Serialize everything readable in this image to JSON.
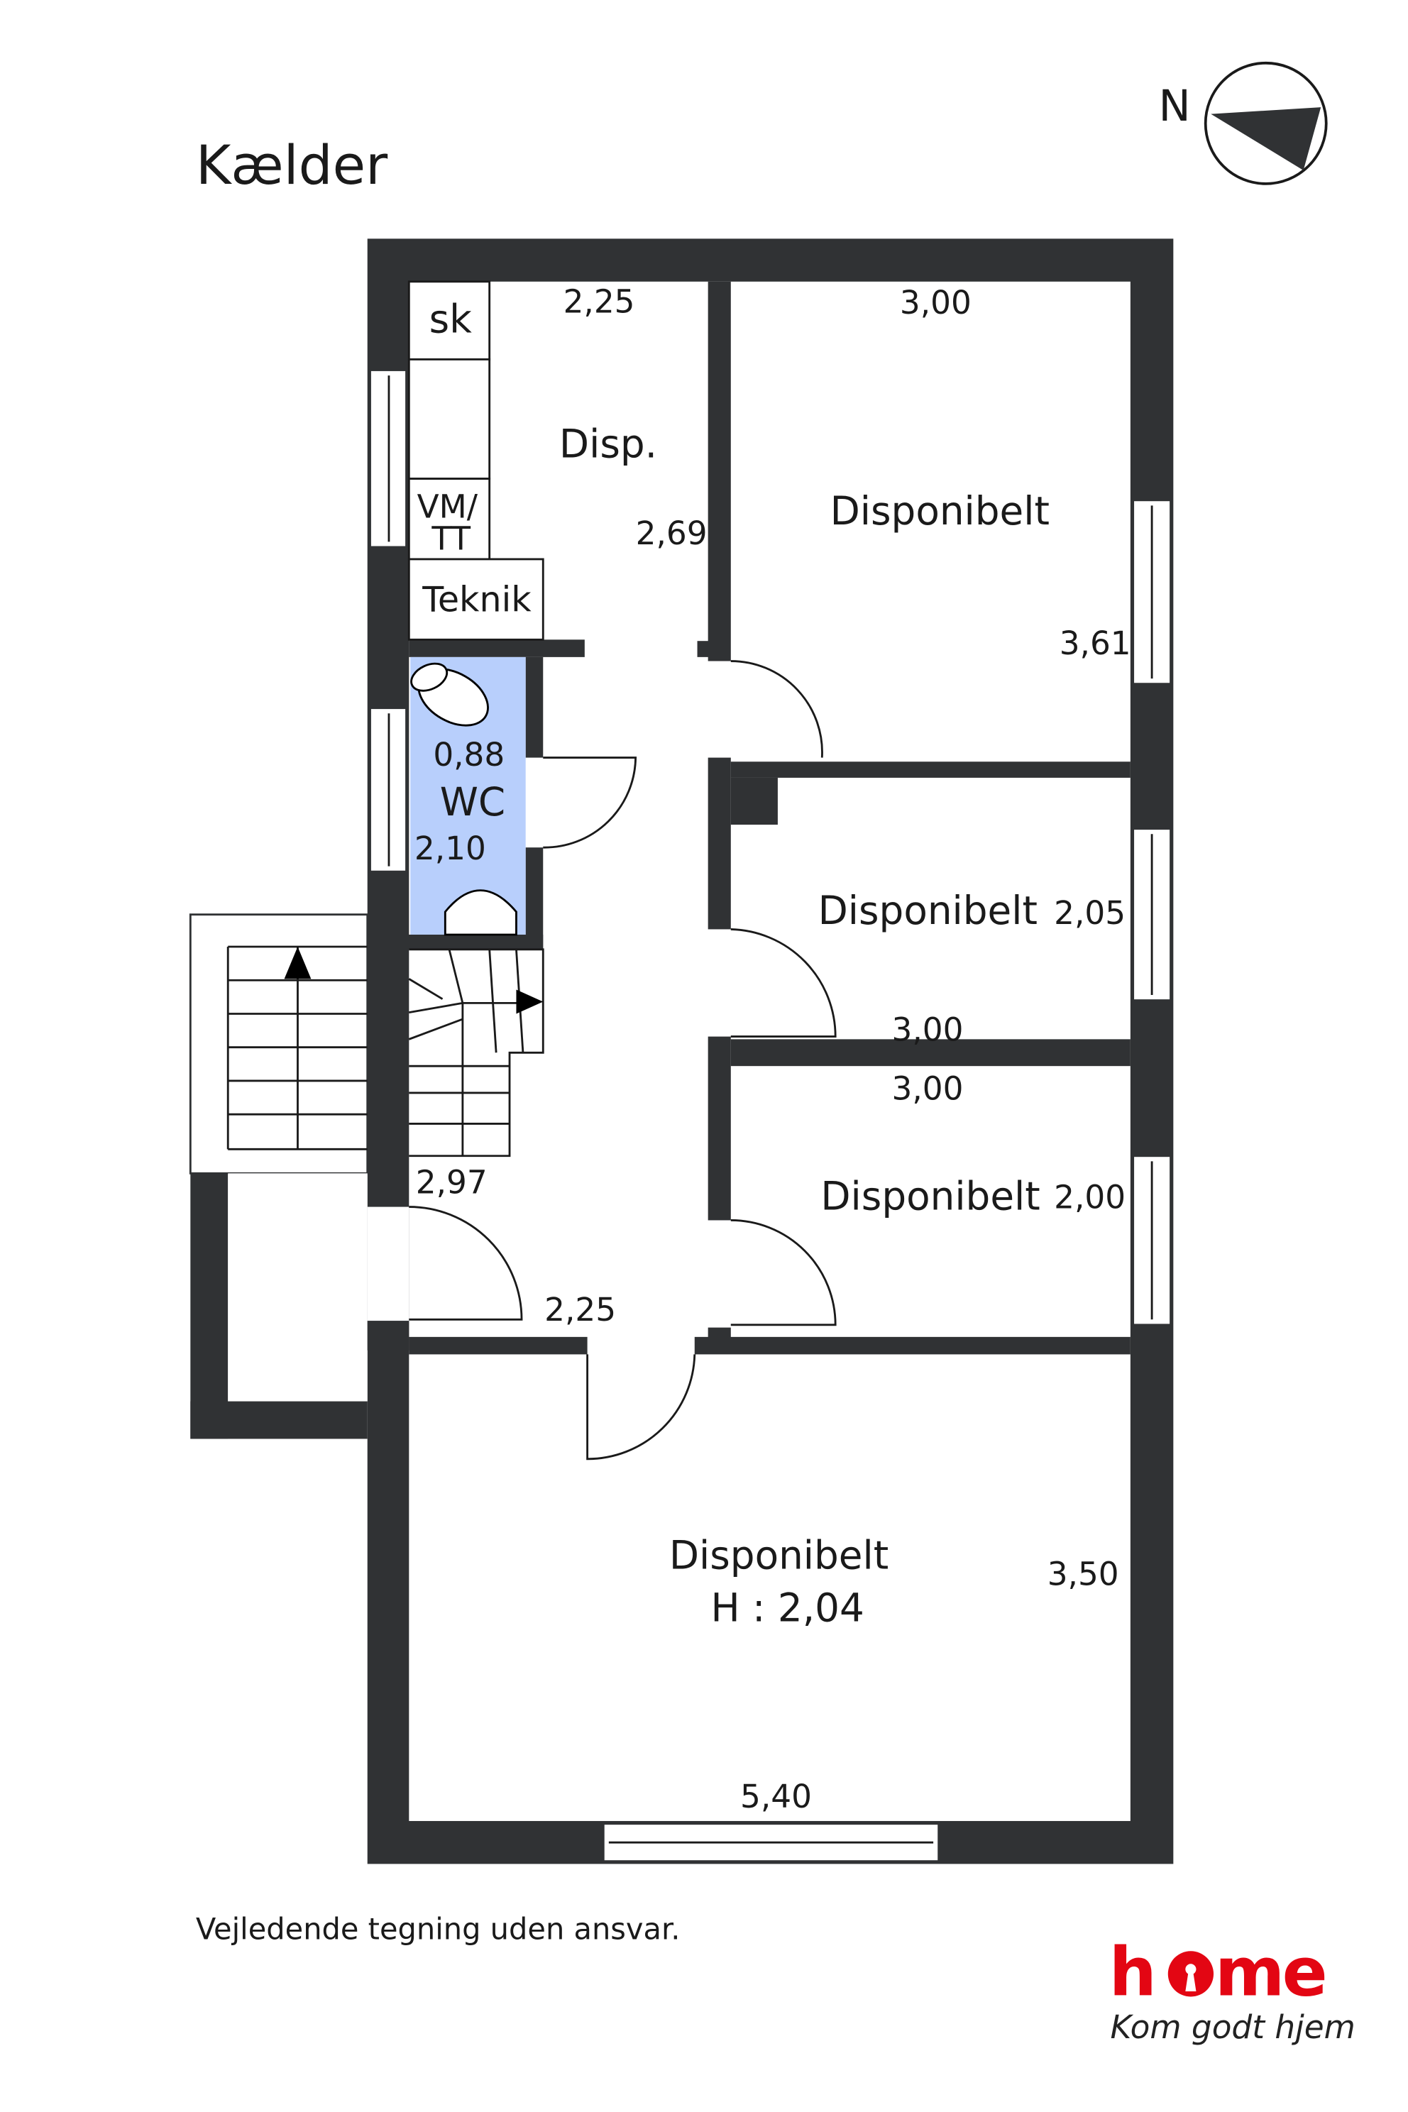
{
  "floor_title": "Kælder",
  "compass": {
    "label": "N",
    "icon": "north-arrow-icon"
  },
  "rooms": [
    {
      "name": "sk"
    },
    {
      "name": "VM/",
      "name2": "TT"
    },
    {
      "name": "Teknik"
    },
    {
      "name": "Disp.",
      "dims": [
        "2,25",
        "2,69"
      ]
    },
    {
      "name": "WC",
      "dims": [
        "0,88",
        "2,10"
      ],
      "color": "#b8cffc"
    },
    {
      "name": "Disponibelt",
      "dims": [
        "3,00",
        "3,61"
      ]
    },
    {
      "name": "Disponibelt",
      "dims": [
        "2,05",
        "3,00"
      ]
    },
    {
      "name": "Disponibelt",
      "dims": [
        "3,00",
        "2,00"
      ]
    },
    {
      "name": "Disponibelt",
      "height": "H : 2,04",
      "dims": [
        "3,50",
        "5,40"
      ]
    }
  ],
  "hall_dims": [
    "2,97",
    "2,25"
  ],
  "disclaimer": "Vejledende tegning uden ansvar.",
  "logo": {
    "brand": "home",
    "tagline": "Kom godt hjem",
    "color": "#e30613"
  },
  "wall_color": "#303234"
}
